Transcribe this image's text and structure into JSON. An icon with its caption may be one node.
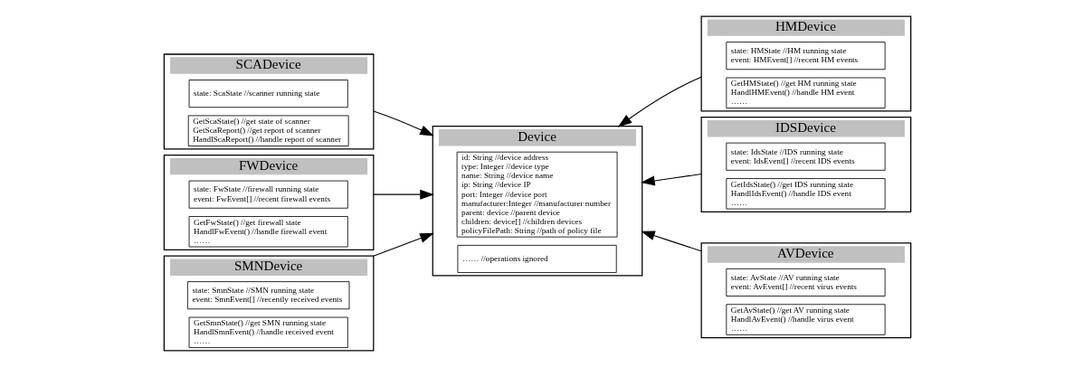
{
  "diagram": {
    "nodes": [
      {
        "text": [
          "SCADevice"
        ]
      },
      {
        "text": [
          "state: ScaState //scanner running state"
        ],
        "in": 0
      },
      {
        "text": [
          "GetScaState() //get state of scanner",
          "GetScaReport() //get report of scanner",
          "HandlScaReport() //handle report of scanner"
        ],
        "in": 0
      },
      {
        "text": [
          "FWDevice"
        ]
      },
      {
        "text": [
          "state: FwState //firewall running state",
          "event: FwEvent[] //recent firewall events"
        ],
        "in": 3
      },
      {
        "text": [
          "GetFwState() //get firewall state",
          "HandlFwEvent() //handle firewall event",
          "……"
        ],
        "in": 3
      },
      {
        "text": [
          "SMNDevice"
        ]
      },
      {
        "text": [
          "state: SmnState //SMN running state",
          "event: SmnEvent[] //recently received events"
        ],
        "in": 6
      },
      {
        "text": [
          "GetSmnState() //get SMN running state",
          "HandlSmnEvent() //handle received event",
          "……"
        ],
        "in": 6
      },
      {
        "text": [
          "Device"
        ]
      },
      {
        "text": [
          "id: String //device address",
          "type: Integer //device type",
          "name: String //device name",
          "ip: String //device IP",
          "port: Integer //device port",
          "manufacturer:Integer //manufacturer number",
          "parent: device //parent device",
          "children: device[] //children devices",
          "policyFilePath: String //path of policy file"
        ],
        "in": 9
      },
      {
        "text": [
          "…… //operations ignored"
        ],
        "in": 9
      },
      {
        "text": [
          "HMDevice"
        ]
      },
      {
        "text": [
          "state: HMState //HM running state",
          "event: HMEvent[] //recent HM events"
        ],
        "in": 12
      },
      {
        "text": [
          "GetHMState() //get HM running state",
          "HandlHMEvent() //handle HM event",
          "……"
        ],
        "in": 12
      },
      {
        "text": [
          "IDSDevice"
        ]
      },
      {
        "text": [
          "state: IdsState //IDS running state",
          "event: IdsEvent[] //recent IDS events"
        ],
        "in": 15
      },
      {
        "text": [
          "GetIdsState() //get IDS running state",
          "HandlIdsEvent() //handle IDS event",
          "……"
        ],
        "in": 15
      },
      {
        "text": [
          "AVDevice"
        ]
      },
      {
        "text": [
          "state: AvState //AV running state",
          "event: AvEvent[] //recent virus events"
        ],
        "in": 18
      },
      {
        "text": [
          "GetAvState() //get AV running state",
          "HandlAvEvent() //handle virus event",
          "……"
        ],
        "in": 18
      }
    ],
    "edges": [
      {
        "from": 0,
        "to": 9,
        "arrow": "to"
      },
      {
        "from": 3,
        "to": 9,
        "arrow": "to"
      },
      {
        "from": 6,
        "to": 9,
        "arrow": "to"
      },
      {
        "from": 12,
        "to": 9,
        "arrow": "to"
      },
      {
        "from": 15,
        "to": 9,
        "arrow": "to"
      },
      {
        "from": 18,
        "to": 9,
        "arrow": "to"
      }
    ]
  }
}
